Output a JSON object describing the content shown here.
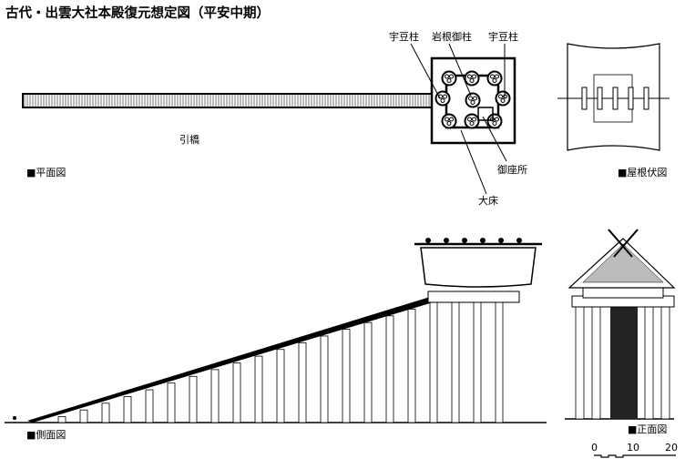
{
  "title": "古代・出雲大社本殿復元想定図（平安中期）",
  "plan": {
    "label": "■平面図",
    "bridge": "引橋",
    "uzu_left": "宇豆柱",
    "iwane": "岩根御柱",
    "uzu_right": "宇豆柱",
    "goza": "御座所",
    "oyuka": "大床"
  },
  "roof": {
    "label": "■屋根伏図"
  },
  "side": {
    "label": "■側面図"
  },
  "front": {
    "label": "■正面図"
  },
  "scale": {
    "ticks": [
      "0",
      "10",
      "20"
    ]
  }
}
